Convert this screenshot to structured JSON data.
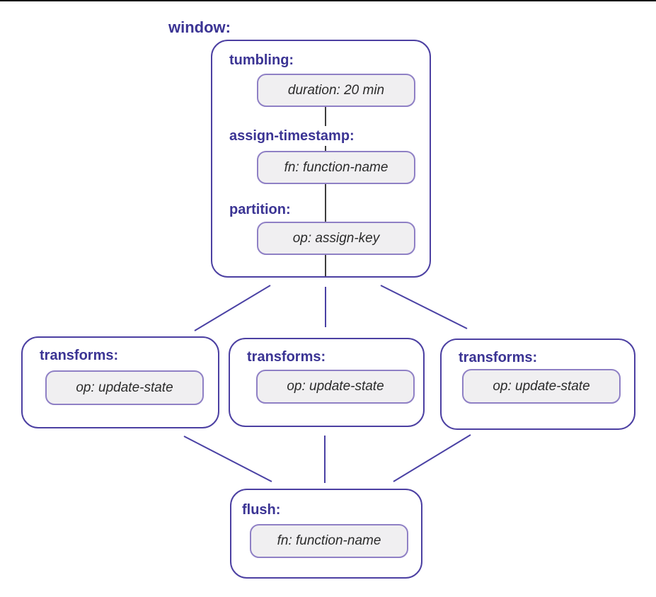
{
  "colors": {
    "label_text": "#3b3494",
    "outer_border": "#4c40a2",
    "inner_border": "#8f80c5",
    "inner_bg": "#f0eff1",
    "inner_text": "#2b2b2b",
    "line_dark": "#3d3d3d",
    "line_purple": "#4a41a4",
    "top_rule": "#131313",
    "background": "#ffffff"
  },
  "diagram": {
    "title": "window:",
    "window_box": {
      "sections": [
        {
          "label": "tumbling:",
          "value": "duration: 20 min"
        },
        {
          "label": "assign-timestamp:",
          "value": "fn: function-name"
        },
        {
          "label": "partition:",
          "value": "op: assign-key"
        }
      ]
    },
    "transform_nodes": [
      {
        "label": "transforms:",
        "value": "op: update-state"
      },
      {
        "label": "transforms:",
        "value": "op: update-state"
      },
      {
        "label": "transforms:",
        "value": "op: update-state"
      }
    ],
    "flush_node": {
      "label": "flush:",
      "value": "fn: function-name"
    }
  }
}
